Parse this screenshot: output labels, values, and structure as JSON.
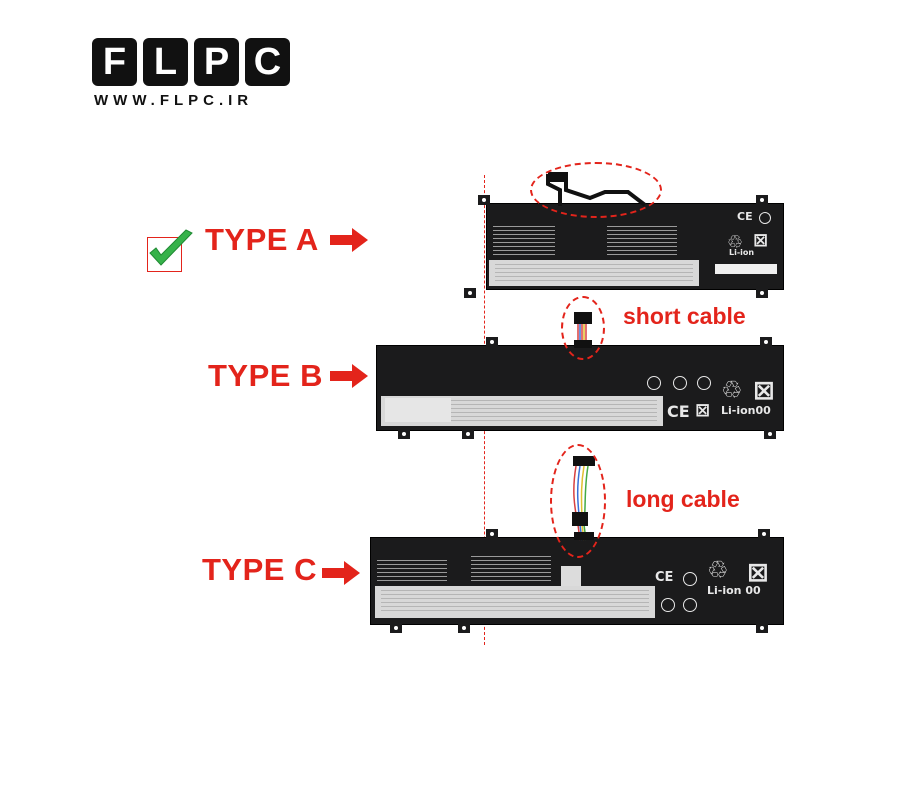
{
  "logo": {
    "letters": [
      "F",
      "L",
      "P",
      "C"
    ],
    "url": "WWW.FLPC.IR"
  },
  "types": [
    {
      "label": "TYPE A",
      "selected": true
    },
    {
      "label": "TYPE B",
      "selected": false
    },
    {
      "label": "TYPE C",
      "selected": false
    }
  ],
  "cables": {
    "short": "short cable",
    "long": "long cable"
  },
  "battery_marks": {
    "li_ion_b": "Li-ion00",
    "li_ion_a": "Li-ion",
    "li_ion_c": "Li-ion 00",
    "ce": "CE"
  },
  "colors": {
    "accent": "#e3241b",
    "battery": "#1b1b1c",
    "check": "#36b24a"
  },
  "icons": [
    "check-icon",
    "arrow-right-icon",
    "recycle-icon",
    "crossed-bin-icon",
    "ce-mark-icon"
  ]
}
